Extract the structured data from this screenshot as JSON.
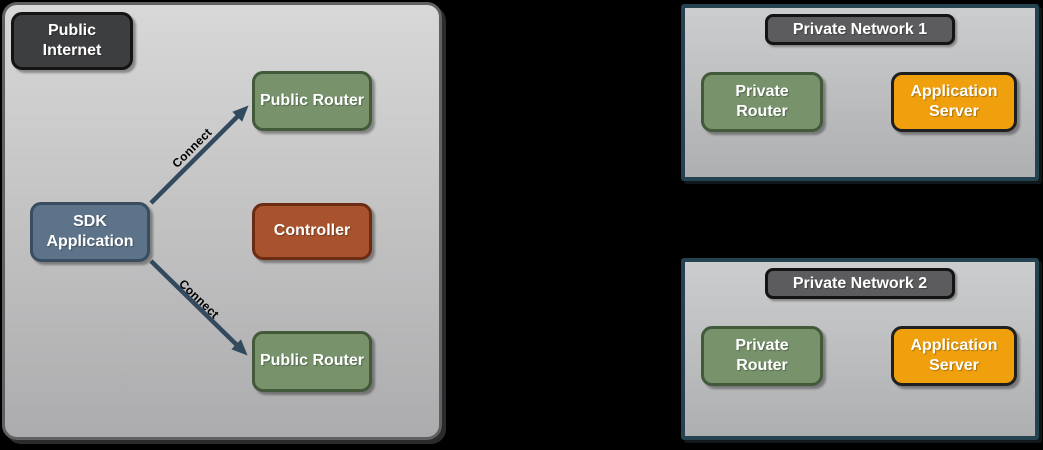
{
  "diagram": {
    "zone_public": {
      "label": "Public Internet",
      "nodes": {
        "sdk": "SDK Application",
        "controller": "Controller",
        "router_top": "Public Router",
        "router_bottom": "Public Router"
      },
      "edges": {
        "top": "Connect",
        "bottom": "Connect"
      }
    },
    "private_networks": [
      {
        "title": "Private Network 1",
        "router": "Private Router",
        "server": "Application Server"
      },
      {
        "title": "Private Network 2",
        "router": "Private Router",
        "server": "Application Server"
      }
    ],
    "colors": {
      "zone_fill_top": "#d8d8d8",
      "zone_fill_bottom": "#acacae",
      "zone_border": "#606062",
      "node_green": "#78936c",
      "node_green_border": "#42593a",
      "node_blue": "#5d7389",
      "node_blue_border": "#3a4c5f",
      "node_rust": "#a8532e",
      "node_rust_border": "#6c2c14",
      "node_orange": "#f0a00d",
      "label_dark": "#3d3e3f",
      "pnet_title_fill": "#5c5c5e",
      "pnet_border": "#24424f",
      "arrow": "#32495e",
      "background": "#000000"
    }
  }
}
